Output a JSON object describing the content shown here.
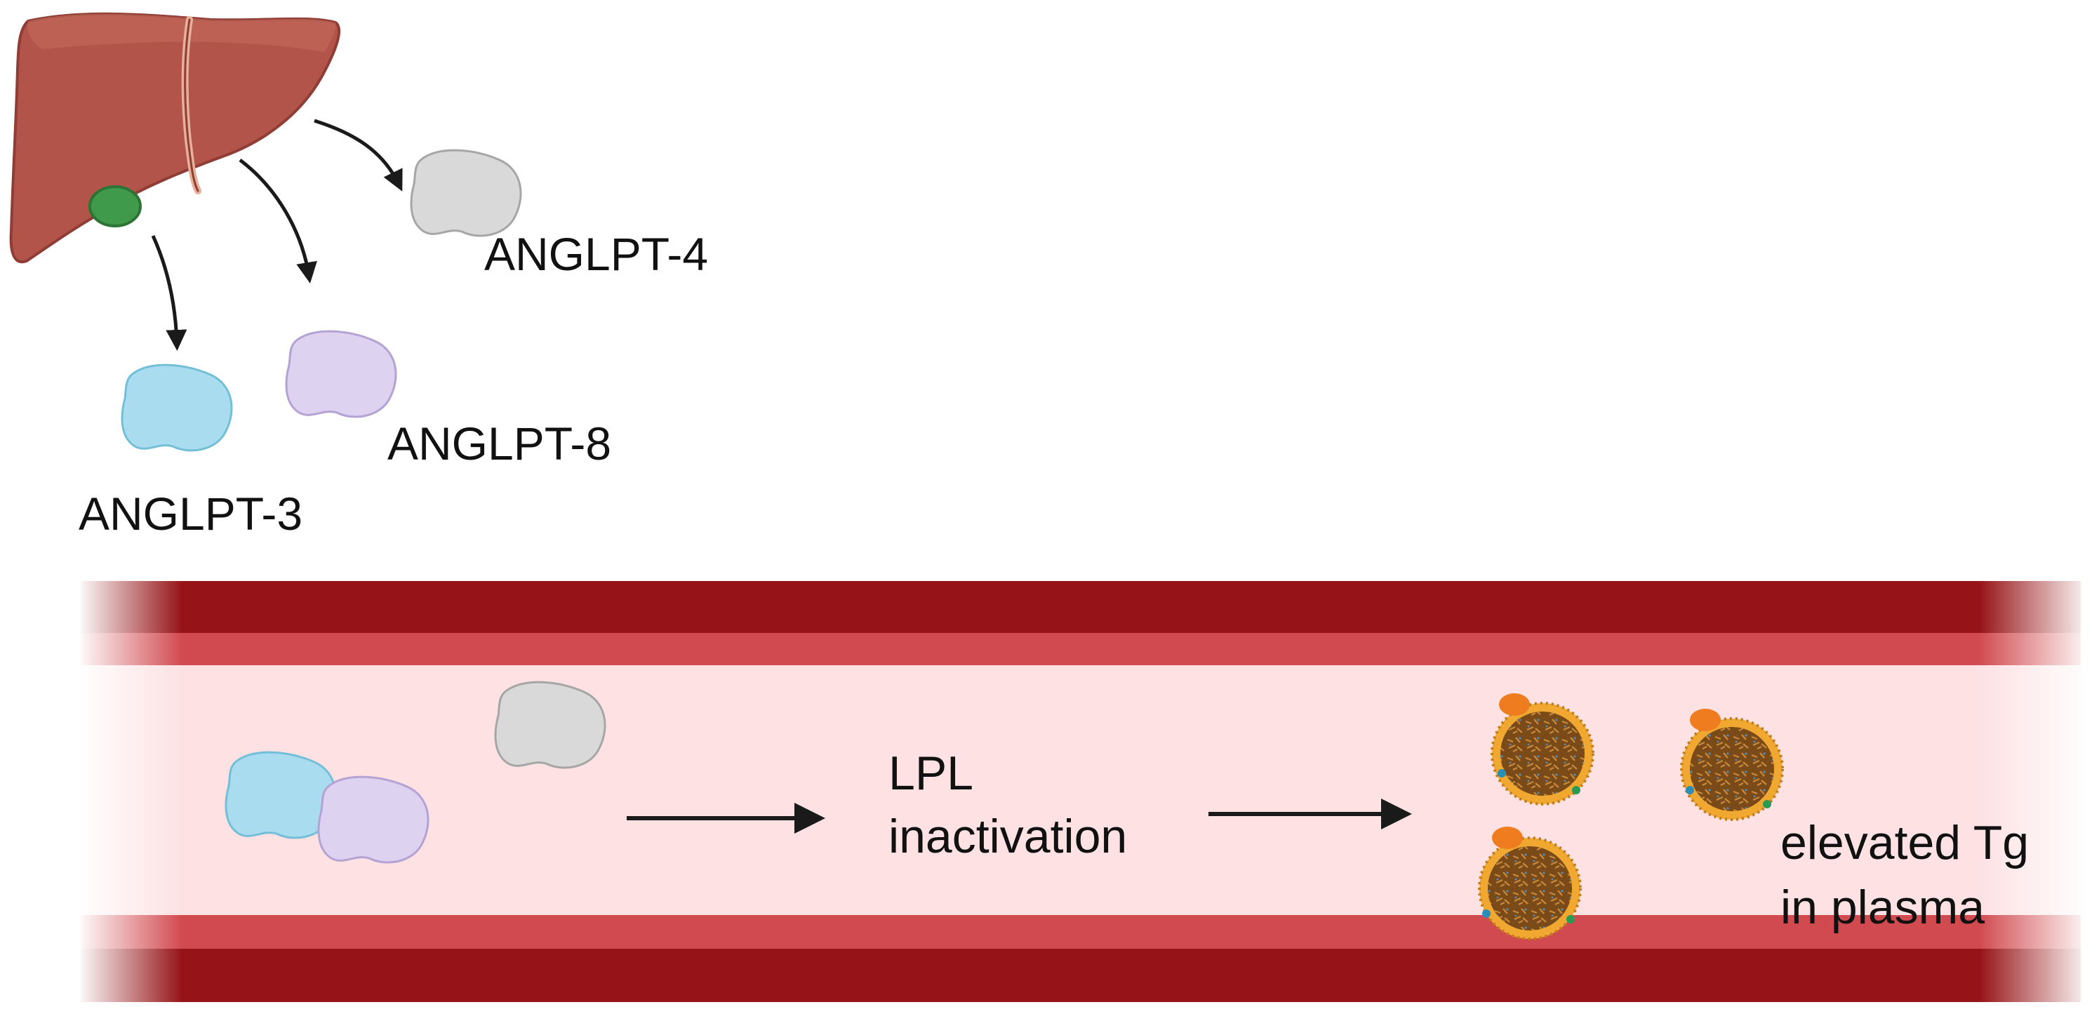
{
  "labels": {
    "anglpt4": "ANGLPT-4",
    "anglpt8": "ANGLPT-8",
    "anglpt3": "ANGLPT-3",
    "lpl_line1": "LPL",
    "lpl_line2": "inactivation",
    "tg_line1": "elevated Tg",
    "tg_line2": "in plasma"
  },
  "colors": {
    "liver": "#b2544a",
    "liver_dark": "#7e342e",
    "gallbladder": "#3f9a4c",
    "protein_gray": "#d9d9d9",
    "protein_purple": "#ddd2ef",
    "protein_blue": "#a9dcef",
    "vessel_outer": "#961317",
    "vessel_mid": "#d14a4f",
    "vessel_lumen": "#fde1e3",
    "particle_core": "#7a4a18",
    "particle_shell": "#f0a830",
    "arrow": "#1a1a1a"
  },
  "icons": [
    "liver-icon",
    "gallbladder-icon",
    "protein-icon",
    "lipoprotein-particle-icon",
    "arrow-icon"
  ]
}
